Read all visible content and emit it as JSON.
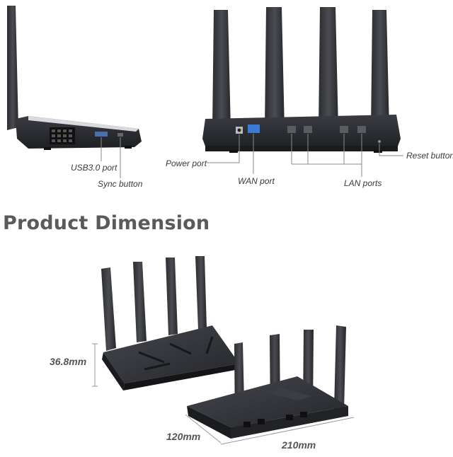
{
  "side_view": {
    "usb_label": "USB3.0 port",
    "sync_label": "Sync button"
  },
  "back_view": {
    "power_label": "Power port",
    "wan_label": "WAN port",
    "lan_label": "LAN ports",
    "reset_label": "Reset button",
    "wan_color": "#3a7bd5"
  },
  "section": {
    "heading": "Product Dimension"
  },
  "dimensions": {
    "height": "36.8mm",
    "depth": "120mm",
    "width": "210mm"
  },
  "colors": {
    "device": "#2c2e33",
    "device_dark": "#1c1d21",
    "line": "#8a8a8a"
  }
}
